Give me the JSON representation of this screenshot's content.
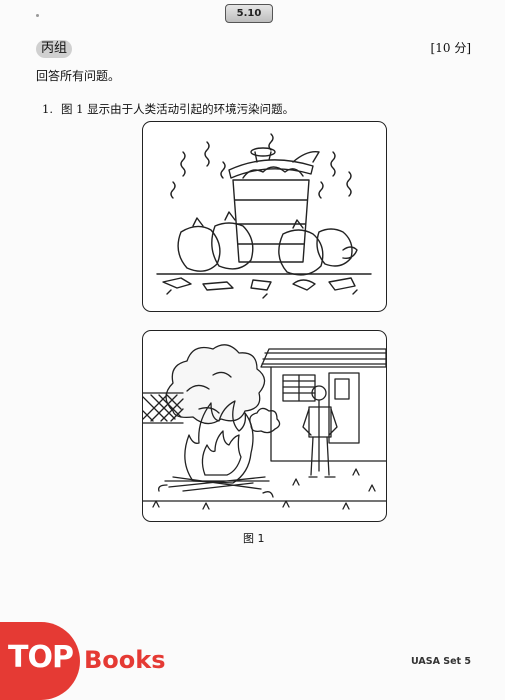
{
  "header": {
    "page_number": "5.10"
  },
  "section": {
    "label": "丙组",
    "marks": "[10 分]"
  },
  "instruction": "回答所有问题。",
  "question": {
    "number": "1.",
    "text": "图 1 显示由于人类活动引起的环境污染问题。"
  },
  "figure": {
    "caption": "图 1"
  },
  "footer": {
    "text": "UASA Set 5"
  },
  "logo": {
    "top": "TOP",
    "books": "Books",
    "color": "#e53a34"
  }
}
